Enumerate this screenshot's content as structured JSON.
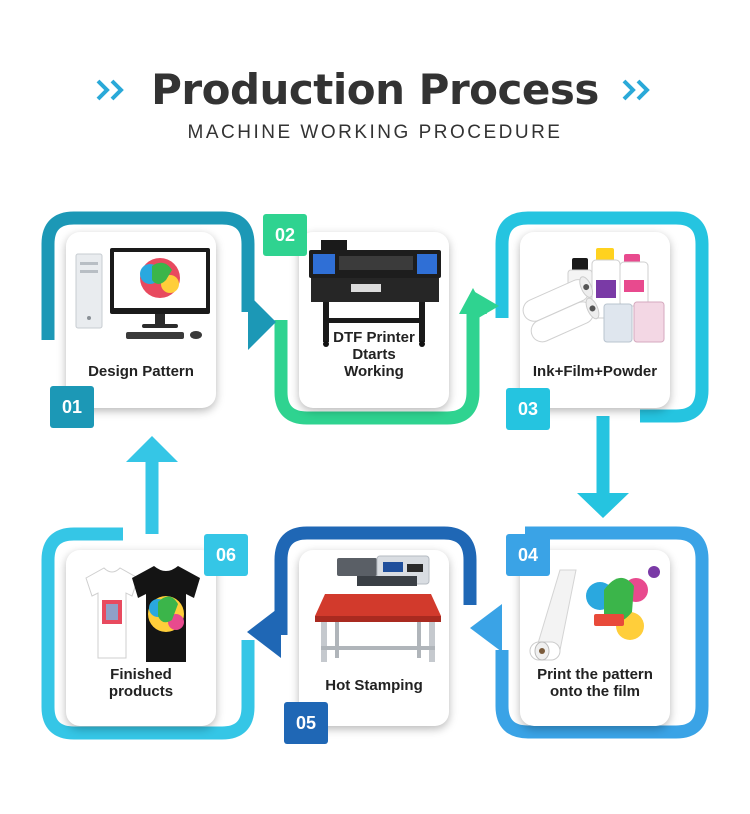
{
  "header": {
    "title": "Production Process",
    "subtitle": "MACHINE WORKING PROCEDURE"
  },
  "colors": {
    "step1": "#1c98b6",
    "step2": "#2fd390",
    "step3": "#25c4e0",
    "step4": "#3aa3e6",
    "step5": "#1f67b5",
    "step6": "#35c6e6",
    "title_text": "#333333"
  },
  "steps": [
    {
      "number": "01",
      "label": "Design Pattern",
      "icon": "computer-icon"
    },
    {
      "number": "02",
      "label": "DTF Printer Dtarts Working",
      "icon": "dtf-printer-icon"
    },
    {
      "number": "03",
      "label": "Ink+Film+Powder",
      "icon": "consumables-icon"
    },
    {
      "number": "04",
      "label": "Print the pattern onto the film",
      "icon": "printed-film-icon"
    },
    {
      "number": "05",
      "label": "Hot Stamping",
      "icon": "heat-press-icon"
    },
    {
      "number": "06",
      "label": "Finished products",
      "icon": "tshirts-icon"
    }
  ]
}
